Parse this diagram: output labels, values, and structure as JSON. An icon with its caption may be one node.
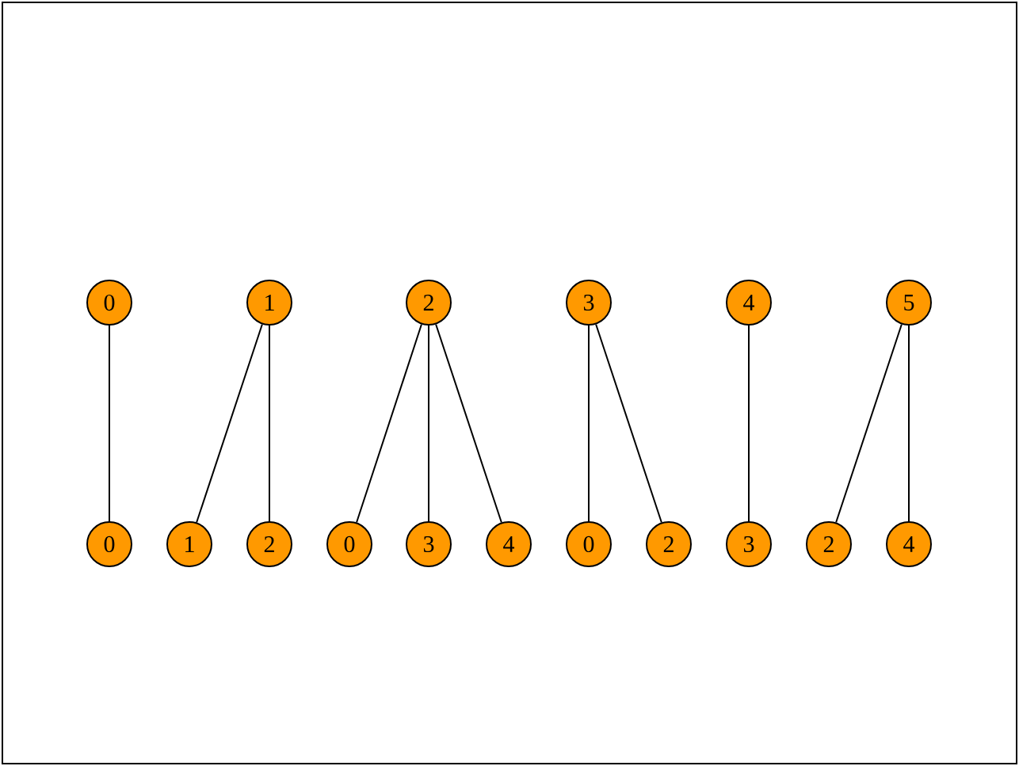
{
  "diagram": {
    "nodes": [
      {
        "text": [
          "0"
        ]
      },
      {
        "text": [
          "1"
        ]
      },
      {
        "text": [
          "2"
        ]
      },
      {
        "text": [
          "3"
        ]
      },
      {
        "text": [
          "4"
        ]
      },
      {
        "text": [
          "5"
        ]
      },
      {
        "text": [
          "0"
        ]
      },
      {
        "text": [
          "1"
        ]
      },
      {
        "text": [
          "2"
        ]
      },
      {
        "text": [
          "0"
        ]
      },
      {
        "text": [
          "3"
        ]
      },
      {
        "text": [
          "4"
        ]
      },
      {
        "text": [
          "0"
        ]
      },
      {
        "text": [
          "2"
        ]
      },
      {
        "text": [
          "3"
        ]
      },
      {
        "text": [
          "2"
        ]
      },
      {
        "text": [
          "4"
        ]
      }
    ],
    "edges": [
      {
        "from": 0,
        "to": 6,
        "arrow": "none"
      },
      {
        "from": 1,
        "to": 7,
        "arrow": "none"
      },
      {
        "from": 1,
        "to": 8,
        "arrow": "none"
      },
      {
        "from": 2,
        "to": 9,
        "arrow": "none"
      },
      {
        "from": 2,
        "to": 10,
        "arrow": "none"
      },
      {
        "from": 2,
        "to": 11,
        "arrow": "none"
      },
      {
        "from": 3,
        "to": 12,
        "arrow": "none"
      },
      {
        "from": 3,
        "to": 13,
        "arrow": "none"
      },
      {
        "from": 4,
        "to": 14,
        "arrow": "none"
      },
      {
        "from": 5,
        "to": 15,
        "arrow": "none"
      },
      {
        "from": 5,
        "to": 16,
        "arrow": "none"
      }
    ]
  }
}
